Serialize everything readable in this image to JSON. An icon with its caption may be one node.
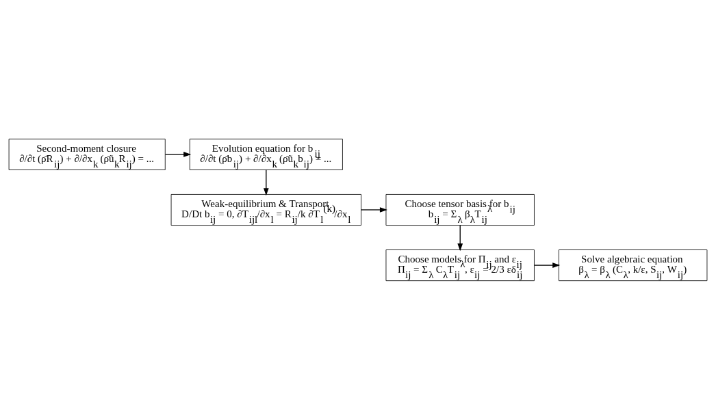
{
  "diagram": {
    "nodes": [
      {
        "text": [
          "Second-moment closure",
          "∂/∂t (ρ̄R$_{ij}$) + ∂/∂x$_{k}$ (ρ̄ũ$_{k}$R$_{ij}$) = ..."
        ]
      },
      {
        "text": [
          "Evolution equation for b$_{ij}$",
          "∂/∂t (ρ̄b$_{ij}$) + ∂/∂x$_{k}$ (ρ̄ũ$_{k}$b$_{ij}$) = ..."
        ]
      },
      {
        "text": [
          "Weak-equilibrium & Transport",
          "D/Dt b$_{ij}$ = 0, ∂T$_{ijl}$/∂x$_{l}$ = R$_{ij}$/k ∂T$_{l}$$^{(k)}$/∂x$_{l}$"
        ]
      },
      {
        "text": [
          "Choose tensor basis for b$_{ij}$",
          "b$_{ij}$ = Σ$_{λ}$ β$_{λ}$T$_{ij}$$^{λ}$"
        ]
      },
      {
        "text": [
          "Choose models for Π$_{ij}$ and ε$_{ij}$",
          "Π$_{ij}$ = Σ$_{λ}$ C$_{λ}$T$_{ij}$$^{λ}$, ε$_{ij}$ = 2/3 εδ$_{ij}$"
        ]
      },
      {
        "text": [
          "Solve algebraic equation",
          "β$_{λ}$ = β$_{λ}$ (C$_{λ}$, k/ε, S$_{ij}$, W$_{ij}$)"
        ]
      }
    ],
    "edges": [
      {
        "from": 0,
        "to": 1,
        "arrow": "to"
      },
      {
        "from": 1,
        "to": 2,
        "arrow": "to"
      },
      {
        "from": 2,
        "to": 3,
        "arrow": "to"
      },
      {
        "from": 3,
        "to": 4,
        "arrow": "to"
      },
      {
        "from": 4,
        "to": 5,
        "arrow": "to"
      }
    ]
  }
}
